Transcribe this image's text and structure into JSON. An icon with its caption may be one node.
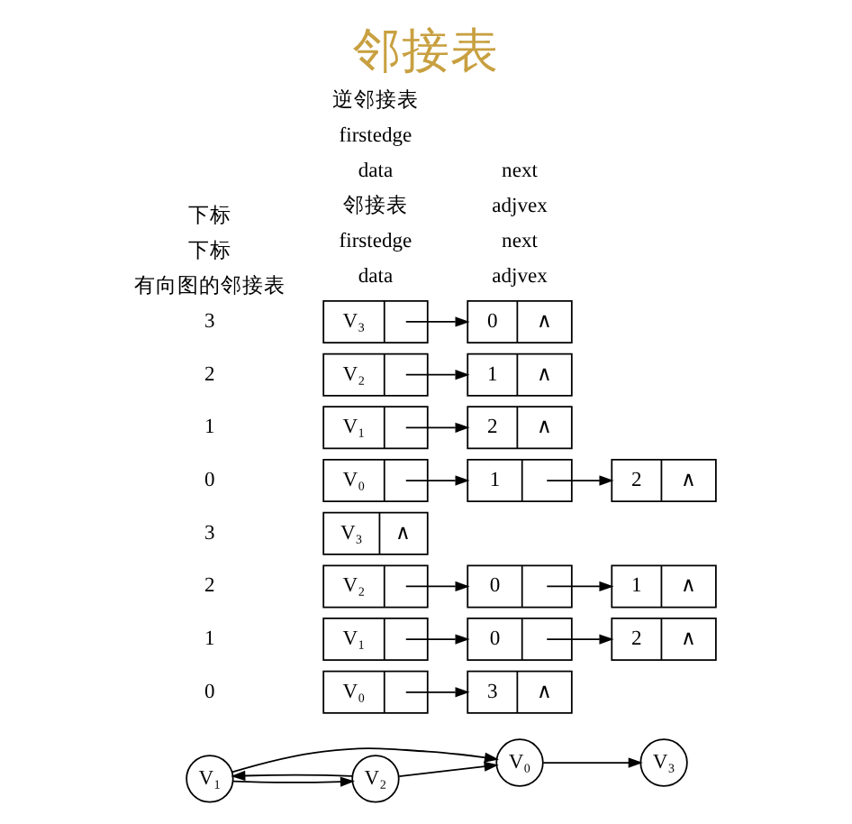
{
  "diagram": {
    "title": "邻接表",
    "nodes": [
      {
        "text": [
          "V₀"
        ]
      },
      {
        "text": [
          "V₁"
        ]
      },
      {
        "text": [
          "V₂"
        ]
      },
      {
        "text": [
          "V₃"
        ]
      },
      {
        "text": [
          "V₀"
        ]
      },
      {
        "text": [
          "V₁"
        ]
      },
      {
        "text": [
          "V₂"
        ]
      },
      {
        "text": [
          "V₃",
          "∧"
        ]
      },
      {
        "text": [
          "3",
          "∧"
        ]
      },
      {
        "text": [
          "0"
        ]
      },
      {
        "text": [
          "2",
          "∧"
        ]
      },
      {
        "text": [
          "0"
        ]
      },
      {
        "text": [
          "1",
          "∧"
        ]
      },
      {
        "text": [
          "V₀"
        ]
      },
      {
        "text": [
          "V₁"
        ]
      },
      {
        "text": [
          "V₂"
        ]
      },
      {
        "text": [
          "V₃"
        ]
      },
      {
        "text": [
          "1"
        ]
      },
      {
        "text": [
          "2",
          "∧"
        ]
      },
      {
        "text": [
          "2",
          "∧"
        ]
      },
      {
        "text": [
          "1",
          "∧"
        ]
      },
      {
        "text": [
          "0",
          "∧"
        ]
      }
    ],
    "edges": [
      {
        "from": 1,
        "to": 0,
        "arrow": "to"
      },
      {
        "from": 0,
        "to": 3,
        "arrow": "to"
      },
      {
        "from": 2,
        "to": 0,
        "arrow": "to"
      },
      {
        "from": 1,
        "to": 2,
        "arrow": "to"
      },
      {
        "from": 2,
        "to": 1,
        "arrow": "to"
      },
      {
        "from": 4,
        "to": 8,
        "arrow": "to"
      },
      {
        "from": 5,
        "to": 9,
        "arrow": "to"
      },
      {
        "from": 9,
        "to": 10,
        "arrow": "to"
      },
      {
        "from": 6,
        "to": 11,
        "arrow": "to"
      },
      {
        "from": 11,
        "to": 12,
        "arrow": "to"
      },
      {
        "from": 13,
        "to": 17,
        "arrow": "to"
      },
      {
        "from": 17,
        "to": 18,
        "arrow": "to"
      },
      {
        "from": 14,
        "to": 19,
        "arrow": "to"
      },
      {
        "from": 15,
        "to": 20,
        "arrow": "to"
      },
      {
        "from": 16,
        "to": 21,
        "arrow": "to"
      }
    ],
    "labels": [
      "有向图的邻接表",
      "下标",
      "data",
      "firstedge",
      "adjvex",
      "next",
      "0",
      "1",
      "2",
      "3",
      "邻接表",
      "下标",
      "data",
      "firstedge",
      "adjvex",
      "next",
      "0",
      "1",
      "2",
      "3",
      "逆邻接表"
    ]
  }
}
